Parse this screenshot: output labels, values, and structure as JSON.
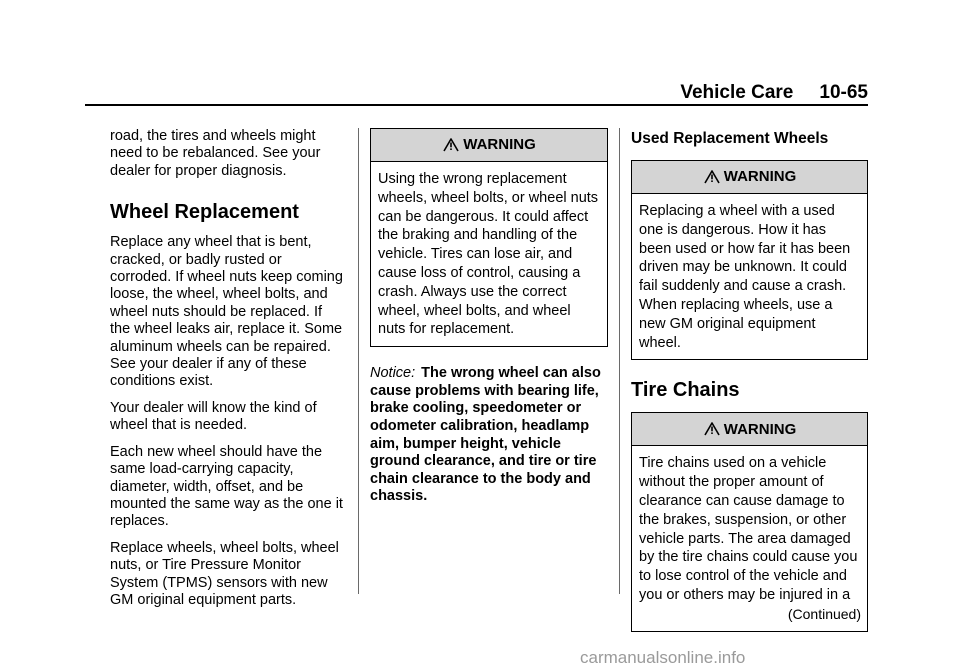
{
  "header": {
    "section": "Vehicle Care",
    "page_number": "10-65"
  },
  "col1": {
    "intro": "road, the tires and wheels might need to be rebalanced. See your dealer for proper diagnosis.",
    "heading": "Wheel Replacement",
    "p1": "Replace any wheel that is bent, cracked, or badly rusted or corroded. If wheel nuts keep coming loose, the wheel, wheel bolts, and wheel nuts should be replaced. If the wheel leaks air, replace it. Some aluminum wheels can be repaired. See your dealer if any of these conditions exist.",
    "p2": "Your dealer will know the kind of wheel that is needed.",
    "p3": "Each new wheel should have the same load-carrying capacity, diameter, width, offset, and be mounted the same way as the one it replaces.",
    "p4": "Replace wheels, wheel bolts, wheel nuts, or Tire Pressure Monitor System (TPMS) sensors with new GM original equipment parts."
  },
  "col2": {
    "warning_label": "WARNING",
    "warning_text": "Using the wrong replacement wheels, wheel bolts, or wheel nuts can be dangerous. It could affect the braking and handling of the vehicle. Tires can lose air, and cause loss of control, causing a crash. Always use the correct wheel, wheel bolts, and wheel nuts for replacement.",
    "notice_label": "Notice:",
    "notice_text": "The wrong wheel can also cause problems with bearing life, brake cooling, speedometer or odometer calibration, headlamp aim, bumper height, vehicle ground clearance, and tire or tire chain clearance to the body and chassis."
  },
  "col3": {
    "subheading": "Used Replacement Wheels",
    "warning1_label": "WARNING",
    "warning1_text": "Replacing a wheel with a used one is dangerous. How it has been used or how far it has been driven may be unknown. It could fail suddenly and cause a crash. When replacing wheels, use a new GM original equipment wheel.",
    "heading": "Tire Chains",
    "warning2_label": "WARNING",
    "warning2_text": "Tire chains used on a vehicle without the proper amount of clearance can cause damage to the brakes, suspension, or other vehicle parts. The area damaged by the tire chains could cause you to lose control of the vehicle and you or others may be injured in a",
    "continued": "(Continued)"
  },
  "footer": {
    "watermark": "carmanualsonline.info"
  }
}
